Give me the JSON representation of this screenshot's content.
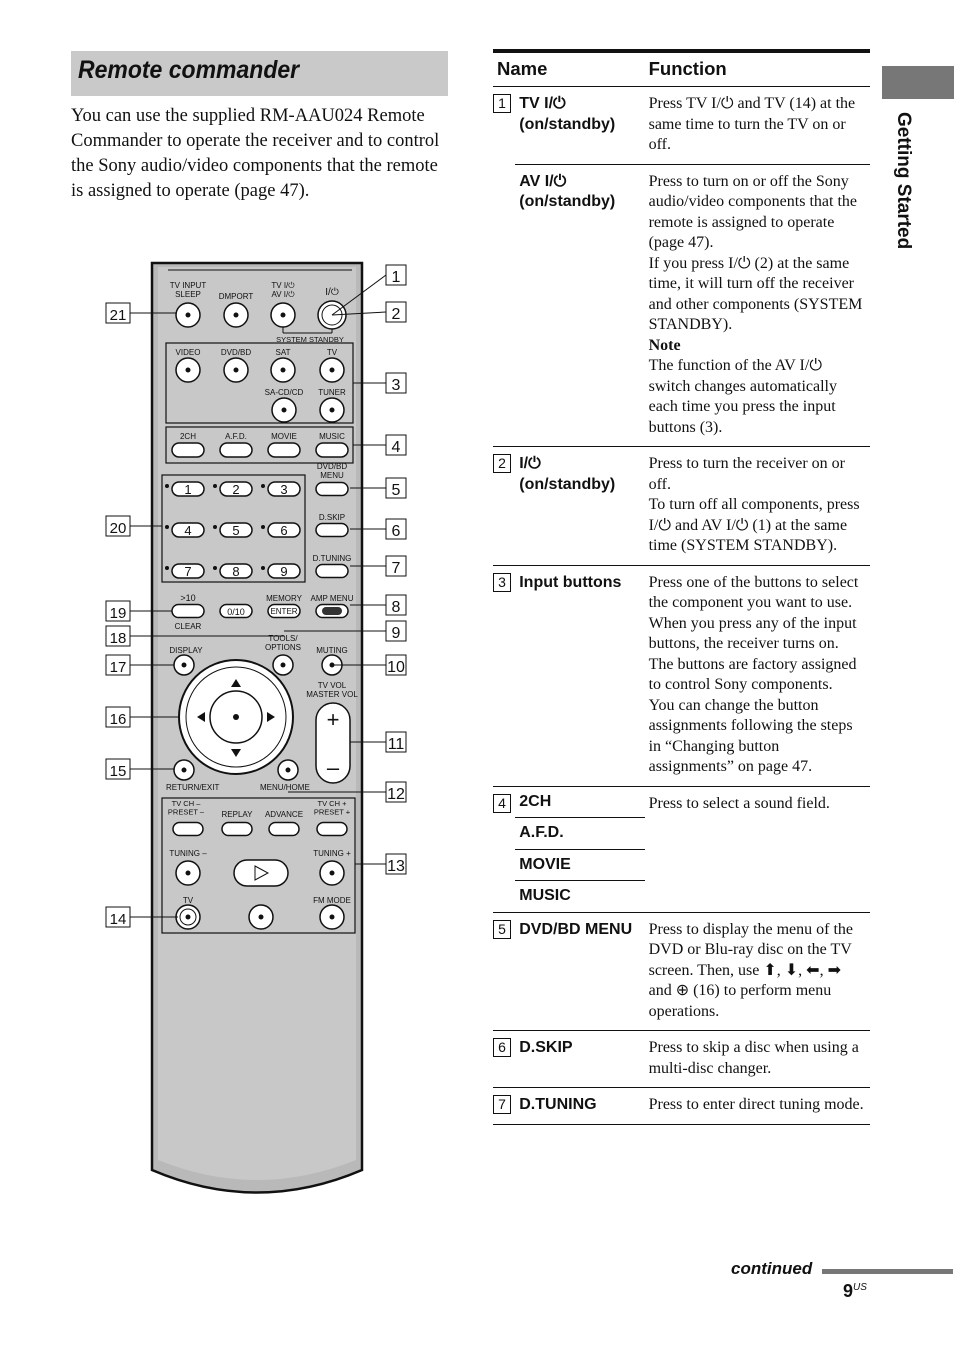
{
  "header": {
    "section_title": "Remote commander",
    "side_label": "Getting Started",
    "intro": "You can use the supplied RM-AAU024 Remote Commander to operate the receiver and to control the Sony audio/video components that the remote is assigned to operate (page 47)."
  },
  "remote": {
    "labels": {
      "tv_input_sleep": "TV INPUT\nSLEEP",
      "dmport": "DMPORT",
      "tv_av_power": "TV I/⏻\nAV I/⏻",
      "power": "I/⏻",
      "system_standby": "SYSTEM STANDBY",
      "video": "VIDEO",
      "dvd_bd": "DVD/BD",
      "sat": "SAT",
      "tv": "TV",
      "sacd_cd": "SA-CD/CD",
      "tuner": "TUNER",
      "ch2": "2CH",
      "afd": "A.F.D.",
      "movie": "MOVIE",
      "music": "MUSIC",
      "dvd_bd_menu": "DVD/BD\nMENU",
      "d_skip": "D.SKIP",
      "d_tuning": "D.TUNING",
      "gt10": ">10",
      "clear": "CLEAR",
      "k010": "0/10",
      "memory": "MEMORY",
      "enter": "ENTER",
      "amp_menu": "AMP MENU",
      "tools_options": "TOOLS/\nOPTIONS",
      "display": "DISPLAY",
      "muting": "MUTING",
      "tv_vol": "TV VOL\nMASTER VOL",
      "return_exit": "RETURN/EXIT",
      "menu_home": "MENU/HOME",
      "tv_ch_minus": "TV CH –\nPRESET –",
      "replay": "REPLAY",
      "advance": "ADVANCE",
      "tv_ch_plus": "TV CH +\nPRESET +",
      "tuning_minus": "TUNING –",
      "tuning_plus": "TUNING +",
      "tv_btn": "TV",
      "fm_mode": "FM MODE"
    },
    "digits": [
      "1",
      "2",
      "3",
      "4",
      "5",
      "6",
      "7",
      "8",
      "9"
    ],
    "callouts_right": [
      "1",
      "2",
      "3",
      "4",
      "5",
      "6",
      "7",
      "8",
      "9",
      "10",
      "11",
      "12",
      "13"
    ],
    "callouts_left": [
      "21",
      "20",
      "19",
      "18",
      "17",
      "16",
      "15",
      "14"
    ]
  },
  "table": {
    "headers": {
      "name": "Name",
      "function": "Function"
    },
    "rows": [
      {
        "num": "1",
        "entries": [
          {
            "name": "TV I/⏻ (on/standby)",
            "func": "Press TV I/⏻ and TV (14) at the same time to turn the TV on or off."
          },
          {
            "name": "AV I/⏻ (on/standby)",
            "func": "Press to turn on or off the Sony audio/video components that the remote is assigned to operate (page 47).\nIf you press I/⏻ (2) at the same time, it will turn off the receiver and other components (SYSTEM STANDBY).",
            "note_title": "Note",
            "note": "The function of the AV I/⏻ switch changes automatically each time you press the input buttons (3)."
          }
        ]
      },
      {
        "num": "2",
        "entries": [
          {
            "name": "I/⏻ (on/standby)",
            "func": "Press to turn the receiver on or off.\nTo turn off all components, press I/⏻ and AV I/⏻ (1) at the same time (SYSTEM STANDBY)."
          }
        ]
      },
      {
        "num": "3",
        "entries": [
          {
            "name": "Input buttons",
            "func": "Press one of the buttons to select the component you want to use. When you press any of the input buttons, the receiver turns on. The buttons are factory assigned to control Sony components.\nYou can change the button assignments following the steps in “Changing button assignments” on page 47."
          }
        ]
      },
      {
        "num": "4",
        "names": [
          "2CH",
          "A.F.D.",
          "MOVIE",
          "MUSIC"
        ],
        "func": "Press to select a sound field."
      },
      {
        "num": "5",
        "entries": [
          {
            "name": "DVD/BD MENU",
            "func": "Press to display the menu of the DVD or Blu-ray disc on the TV screen. Then, use ⬆, ⬇, ⬅, ➡ and ⊕ (16) to perform menu operations."
          }
        ]
      },
      {
        "num": "6",
        "entries": [
          {
            "name": "D.SKIP",
            "func": "Press to skip a disc when using a multi-disc changer."
          }
        ]
      },
      {
        "num": "7",
        "entries": [
          {
            "name": "D.TUNING",
            "func": "Press to enter direct tuning mode."
          }
        ]
      }
    ]
  },
  "footer": {
    "continued": "continued",
    "page_number": "9",
    "page_suffix": "US"
  }
}
